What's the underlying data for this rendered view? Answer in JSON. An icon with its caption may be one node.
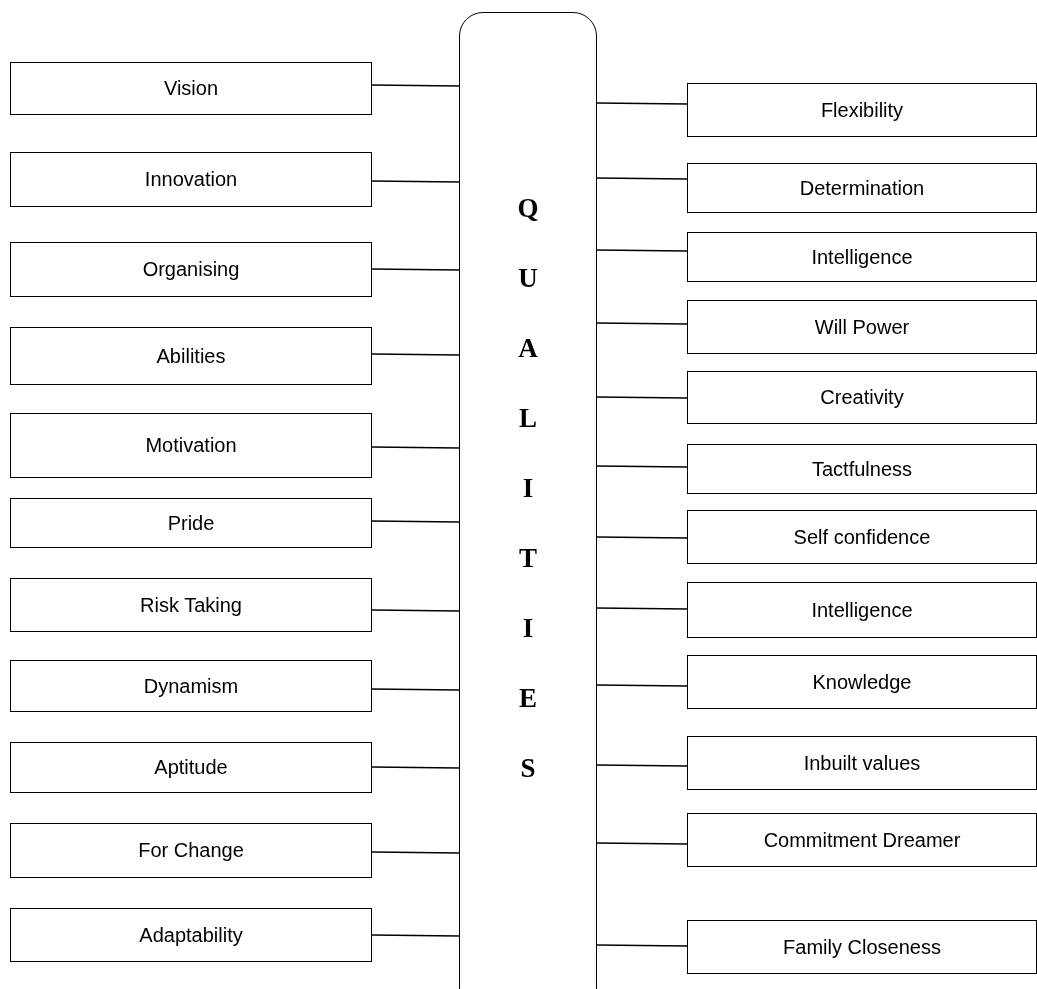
{
  "diagram": {
    "nodes": [
      {
        "text": [
          "QUALITIES"
        ]
      },
      {
        "text": [
          "Vision"
        ]
      },
      {
        "text": [
          "Innovation"
        ]
      },
      {
        "text": [
          "Organising"
        ]
      },
      {
        "text": [
          "Abilities"
        ]
      },
      {
        "text": [
          "Motivation"
        ]
      },
      {
        "text": [
          "Pride"
        ]
      },
      {
        "text": [
          "Risk Taking"
        ]
      },
      {
        "text": [
          "Dynamism"
        ]
      },
      {
        "text": [
          "Aptitude"
        ]
      },
      {
        "text": [
          "For Change"
        ]
      },
      {
        "text": [
          "Adaptability"
        ]
      },
      {
        "text": [
          "Flexibility"
        ]
      },
      {
        "text": [
          "Determination"
        ]
      },
      {
        "text": [
          "Intelligence"
        ]
      },
      {
        "text": [
          "Will Power"
        ]
      },
      {
        "text": [
          "Creativity"
        ]
      },
      {
        "text": [
          "Tactfulness"
        ]
      },
      {
        "text": [
          "Self confidence"
        ]
      },
      {
        "text": [
          "Intelligence"
        ]
      },
      {
        "text": [
          "Knowledge"
        ]
      },
      {
        "text": [
          "Inbuilt values"
        ]
      },
      {
        "text": [
          "Commitment Dreamer"
        ]
      },
      {
        "text": [
          "Family Closeness"
        ]
      }
    ],
    "edges": [
      {
        "from": 1,
        "to": 0,
        "arrow": "none"
      },
      {
        "from": 2,
        "to": 0,
        "arrow": "none"
      },
      {
        "from": 3,
        "to": 0,
        "arrow": "none"
      },
      {
        "from": 4,
        "to": 0,
        "arrow": "none"
      },
      {
        "from": 5,
        "to": 0,
        "arrow": "none"
      },
      {
        "from": 6,
        "to": 0,
        "arrow": "none"
      },
      {
        "from": 7,
        "to": 0,
        "arrow": "none"
      },
      {
        "from": 8,
        "to": 0,
        "arrow": "none"
      },
      {
        "from": 9,
        "to": 0,
        "arrow": "none"
      },
      {
        "from": 10,
        "to": 0,
        "arrow": "none"
      },
      {
        "from": 11,
        "to": 0,
        "arrow": "none"
      },
      {
        "from": 0,
        "to": 12,
        "arrow": "none"
      },
      {
        "from": 0,
        "to": 13,
        "arrow": "none"
      },
      {
        "from": 0,
        "to": 14,
        "arrow": "none"
      },
      {
        "from": 0,
        "to": 15,
        "arrow": "none"
      },
      {
        "from": 0,
        "to": 16,
        "arrow": "none"
      },
      {
        "from": 0,
        "to": 17,
        "arrow": "none"
      },
      {
        "from": 0,
        "to": 18,
        "arrow": "none"
      },
      {
        "from": 0,
        "to": 19,
        "arrow": "none"
      },
      {
        "from": 0,
        "to": 20,
        "arrow": "none"
      },
      {
        "from": 0,
        "to": 21,
        "arrow": "none"
      },
      {
        "from": 0,
        "to": 22,
        "arrow": "none"
      },
      {
        "from": 0,
        "to": 23,
        "arrow": "none"
      }
    ]
  }
}
